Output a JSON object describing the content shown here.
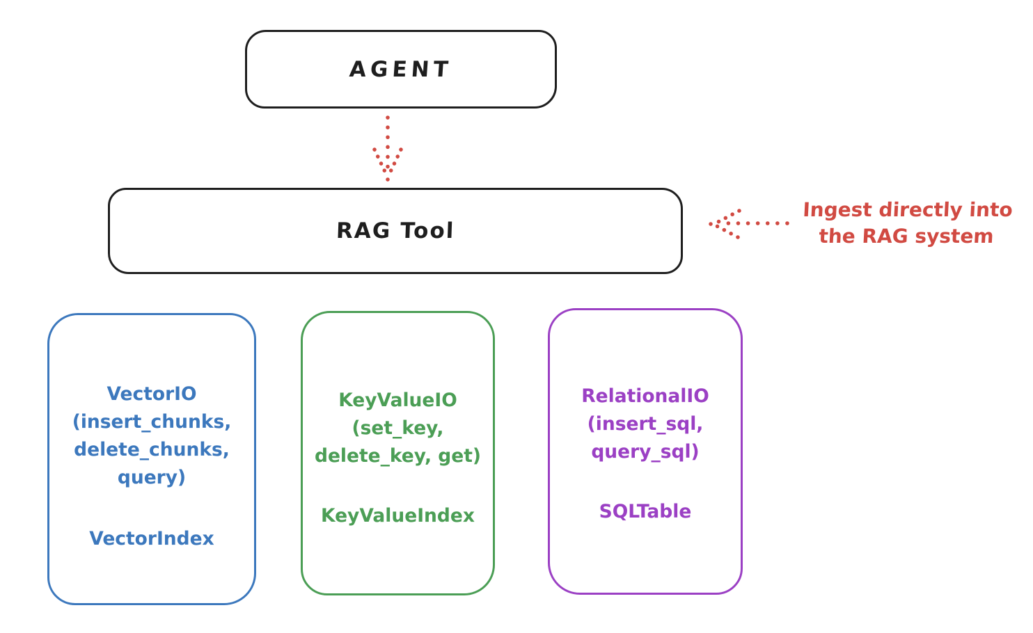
{
  "colors": {
    "ink": "#1e1e1e",
    "red": "#d14a42",
    "blue": "#3c78bd",
    "green": "#4b9e55",
    "purple": "#9b40c4",
    "background": "#ffffff"
  },
  "diagram": {
    "agent": {
      "label": "AGENT"
    },
    "rag_tool": {
      "label": "RAG Tool"
    },
    "annotation": {
      "line1": "Ingest directly into",
      "line2": "the RAG system"
    },
    "cards": [
      {
        "name": "vector-io",
        "lines": [
          "VectorIO",
          "(insert_chunks,",
          "delete_chunks,",
          "query)"
        ],
        "footer": "VectorIndex",
        "color": "#3c78bd"
      },
      {
        "name": "keyvalue-io",
        "lines": [
          "KeyValueIO",
          "(set_key,",
          "delete_key, get)"
        ],
        "footer": "KeyValueIndex",
        "color": "#4b9e55"
      },
      {
        "name": "relational-io",
        "lines": [
          "RelationalIO",
          "(insert_sql,",
          "query_sql)"
        ],
        "footer": "SQLTable",
        "color": "#9b40c4"
      }
    ]
  }
}
